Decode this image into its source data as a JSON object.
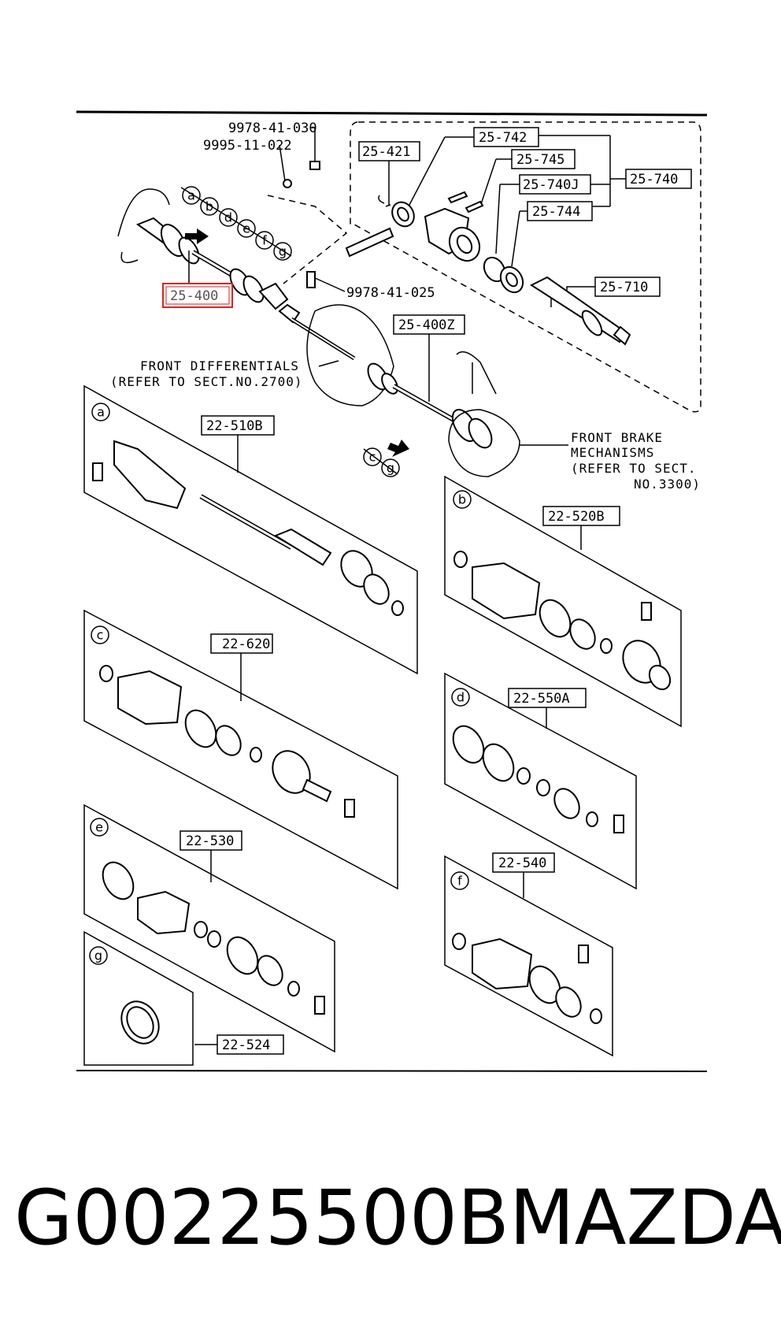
{
  "callouts": {
    "c_25_421": "25-421",
    "c_25_742": "25-742",
    "c_25_745": "25-745",
    "c_25_740J": "25-740J",
    "c_25_744": "25-744",
    "c_25_740": "25-740",
    "c_25_710": "25-710",
    "c_25_400": "25-400",
    "c_25_400Z": "25-400Z",
    "c_22_510B": "22-510B",
    "c_22_520B": "22-520B",
    "c_22_620": "22-620",
    "c_22_550A": "22-550A",
    "c_22_530": "22-530",
    "c_22_540": "22-540",
    "c_22_524": "22-524"
  },
  "bolt_numbers": {
    "b1": "9978-41-030",
    "b2": "9995-11-022",
    "b3": "9978-41-025"
  },
  "notes": {
    "diff_line1": "FRONT DIFFERENTIALS",
    "diff_line2": "(REFER TO SECT.NO.2700)",
    "brake_line1": "FRONT BRAKE",
    "brake_line2": "MECHANISMS",
    "brake_line3": "(REFER TO SECT.",
    "brake_line4": "NO.3300)"
  },
  "circle_letters": [
    "a",
    "b",
    "d",
    "e",
    "f",
    "g",
    "c",
    "g"
  ],
  "panel_letters": {
    "a": "a",
    "b": "b",
    "c": "c",
    "d": "d",
    "e": "e",
    "f": "f",
    "g": "g"
  },
  "caption": {
    "part_number": "G00225500B",
    "brand": "MAZDA"
  },
  "highlight_color": "#e02020"
}
